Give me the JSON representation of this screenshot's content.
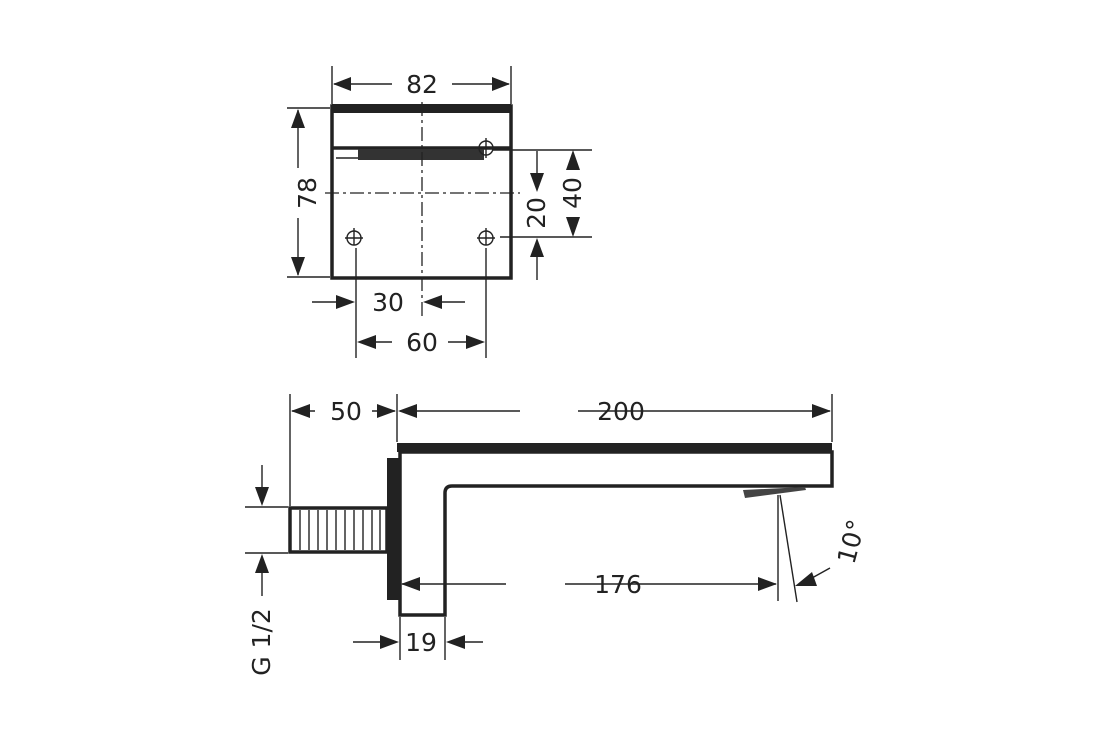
{
  "title": "Wall-mounted spout dimension drawing",
  "top_view": {
    "width_label": "82",
    "height_label": "78",
    "offset_20_label": "20",
    "offset_40_label": "40",
    "half_spacing_label": "30",
    "spacing_label": "60"
  },
  "side_view": {
    "wall_depth_label": "50",
    "projection_label": "200",
    "outlet_label": "176",
    "body_width_label": "19",
    "angle_label": "10°",
    "thread_label": "G 1/2"
  }
}
